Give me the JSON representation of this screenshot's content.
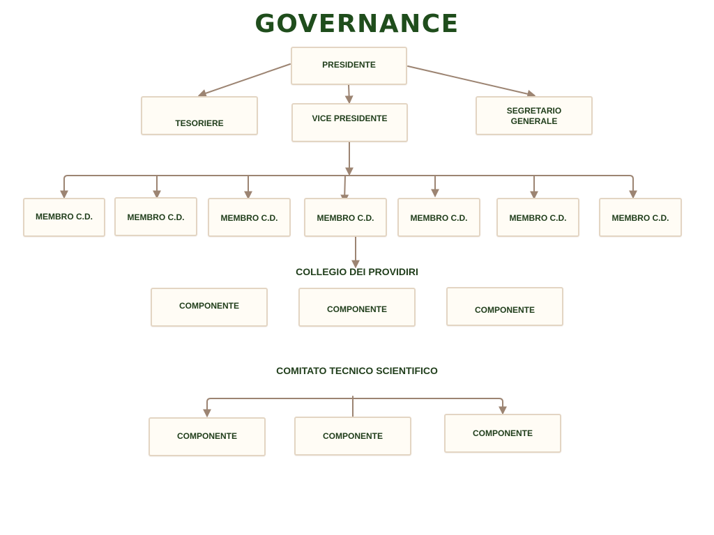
{
  "title": "GOVERNANCE",
  "colors": {
    "title": "#1f4d1c",
    "label": "#1f3d1a",
    "box_fill": "#fffcf5",
    "box_border": "#e3d5c3",
    "connector": "#9c8472"
  },
  "top": {
    "presidente": "PRESIDENTE",
    "tesoriere": "TESORIERE",
    "vice_presidente": "VICE PRESIDENTE",
    "segretario": "SEGRETARIO\nGENERALE"
  },
  "consiglio": {
    "members": [
      "MEMBRO C.D.",
      "MEMBRO C.D.",
      "MEMBRO C.D.",
      "MEMBRO C.D.",
      "MEMBRO C.D.",
      "MEMBRO C.D.",
      "MEMBRO C.D."
    ]
  },
  "collegio": {
    "heading": "COLLEGIO DEI PROVIDIRI",
    "components": [
      "COMPONENTE",
      "COMPONENTE",
      "COMPONENTE"
    ]
  },
  "comitato": {
    "heading": "COMITATO TECNICO SCIENTIFICO",
    "components": [
      "COMPONENTE",
      "COMPONENTE",
      "COMPONENTE"
    ]
  }
}
